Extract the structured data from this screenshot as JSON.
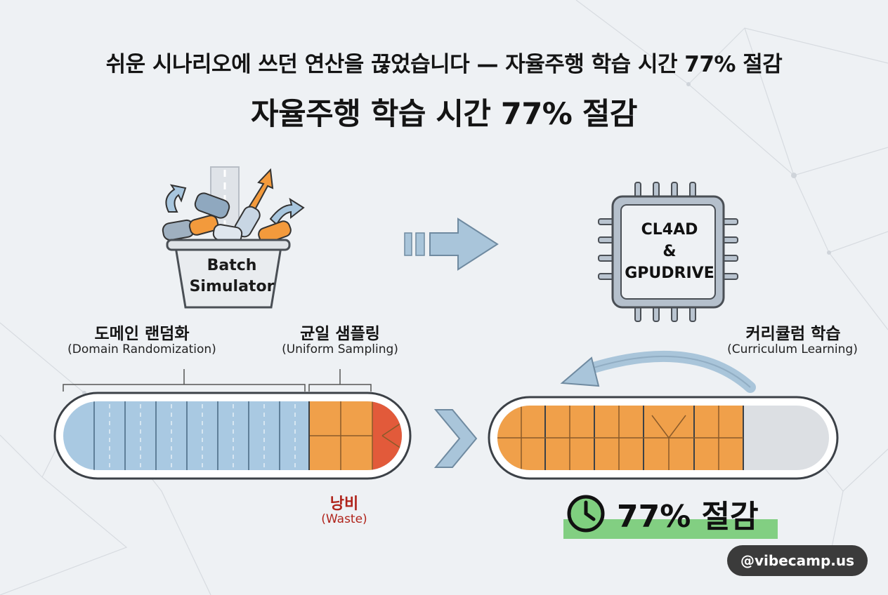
{
  "headline": "쉬운 시나리오에 쓰던 연산을 끊었습니다 — 자율주행 학습 시간 77% 절감",
  "subheadline": "자율주행 학습 시간 77% 절감",
  "batch_simulator": {
    "label_line1": "Batch",
    "label_line2": "Simulator"
  },
  "engine": {
    "line1": "CL4AD",
    "line2": "&",
    "line3": "GPUDRIVE"
  },
  "labels": {
    "domain_randomization_ko": "도메인 랜덤화",
    "domain_randomization_en": "(Domain Randomization)",
    "uniform_sampling_ko": "균일 샘플링",
    "uniform_sampling_en": "(Uniform Sampling)",
    "curriculum_ko": "커리큘럼 학습",
    "curriculum_en": "(Curriculum Learning)",
    "waste_ko": "낭비",
    "waste_en": "(Waste)"
  },
  "savings": {
    "text": "77% 절감"
  },
  "handle": "@vibecamp.us",
  "colors": {
    "background": "#eef1f4",
    "easy_segment": "#a9c9e2",
    "scenario_segment": "#f0a04a",
    "waste_segment": "#e25a3a",
    "savings_highlight": "#82cf82",
    "waste_text": "#b0241b",
    "arrow": "#a9c5da"
  },
  "icons": [
    "clock-icon",
    "gpu-chip-icon",
    "bucket-icon",
    "curved-arrow-icon",
    "block-arrow-icon",
    "chevron-right-icon"
  ]
}
